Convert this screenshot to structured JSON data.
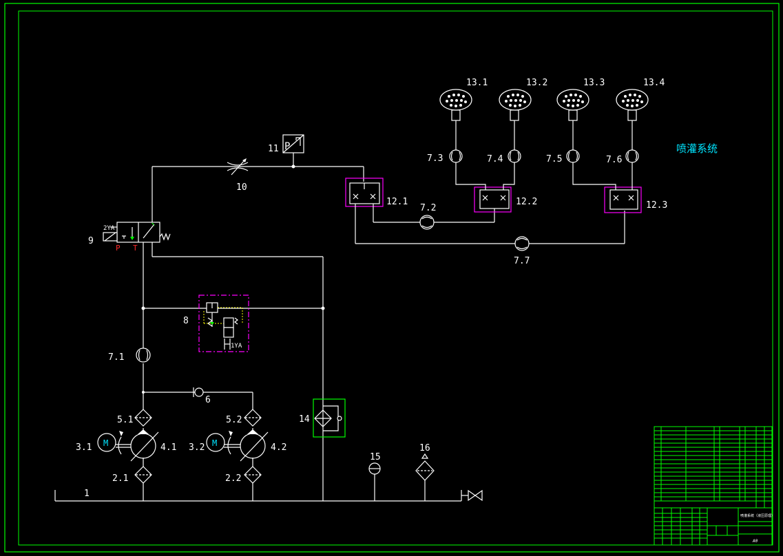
{
  "diagram": {
    "system_title": "喷灌系统",
    "valve_ports": {
      "p": "P",
      "t": "T"
    },
    "solenoid_2": "2YA",
    "solenoid_1": "1YA",
    "motor_symbol": "M",
    "gauge_symbol": "P",
    "labels": {
      "n1": "1",
      "n2_1": "2.1",
      "n2_2": "2.2",
      "n3_1": "3.1",
      "n3_2": "3.2",
      "n4_1": "4.1",
      "n4_2": "4.2",
      "n5_1": "5.1",
      "n5_2": "5.2",
      "n6": "6",
      "n7_1": "7.1",
      "n7_2": "7.2",
      "n7_3": "7.3",
      "n7_4": "7.4",
      "n7_5": "7.5",
      "n7_6": "7.6",
      "n7_7": "7.7",
      "n8": "8",
      "n9": "9",
      "n10": "10",
      "n11": "11",
      "n12_1": "12.1",
      "n12_2": "12.2",
      "n12_3": "12.3",
      "n13_1": "13.1",
      "n13_2": "13.2",
      "n13_3": "13.3",
      "n13_4": "13.4",
      "n14": "14",
      "n15": "15",
      "n16": "16"
    }
  },
  "title_block": {
    "drawing_name": "喷灌系统（液压原理）",
    "scale": "A0"
  }
}
